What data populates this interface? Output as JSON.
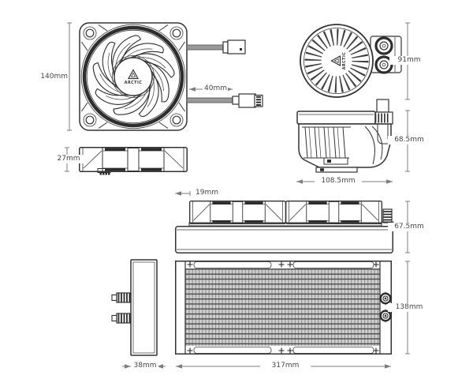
{
  "brand": {
    "name": "ARCTIC"
  },
  "colors": {
    "line": "#333333",
    "dimension_line": "#7d7d7d",
    "dimension_text": "#454545",
    "cable_gray": "#9a9a9a",
    "fin_gray": "#cfcfcf",
    "background": "#ffffff"
  },
  "views": {
    "fan_front": "fan front view",
    "fan_side": "fan side view",
    "pump_top": "pump top view",
    "pump_side": "pump side view",
    "radiator_side_with_fans": "radiator side view with fans",
    "radiator_end": "radiator end view",
    "radiator_front": "radiator front view"
  },
  "dimensions": {
    "fan_size": "140mm",
    "fan_cable_length": "40mm",
    "fan_thickness": "27mm",
    "pump_top_width": "91mm",
    "pump_height": "68.5mm",
    "pump_length": "108.5mm",
    "fan_edge_offset": "19mm",
    "radiator_with_fans_height": "67.5mm",
    "radiator_thickness": "38mm",
    "radiator_height": "138mm",
    "radiator_length": "317mm"
  }
}
